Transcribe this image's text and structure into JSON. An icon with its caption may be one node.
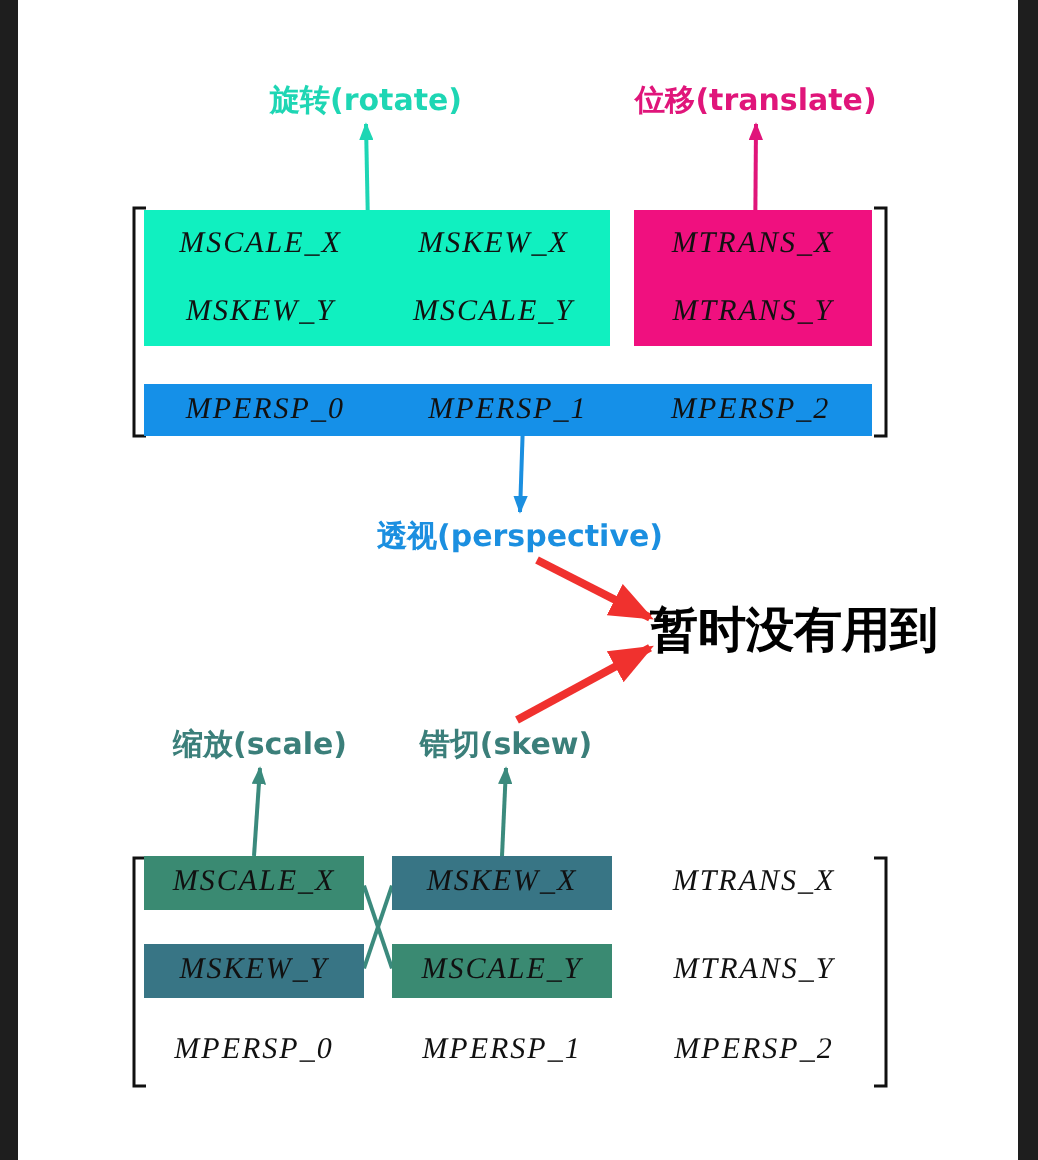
{
  "diagram": {
    "nodes": [
      {
        "text": [
          "旋转(rotate)"
        ]
      },
      {
        "text": [
          "位移(translate)"
        ]
      },
      {
        "text": [],
        "shape": "box"
      },
      {
        "text": [
          "MSCALE_X",
          "MSKEW_X",
          "MSKEW_Y",
          "MSCALE_Y"
        ],
        "in": 2
      },
      {
        "text": [
          "MTRANS_X",
          "MTRANS_Y"
        ],
        "in": 2
      },
      {
        "text": [
          "MPERSP_0",
          "MPERSP_1",
          "MPERSP_2"
        ],
        "in": 2
      },
      {
        "text": [
          "透视(perspective)"
        ]
      },
      {
        "text": [
          "暂时没有用到"
        ]
      },
      {
        "text": [
          "缩放(scale)"
        ]
      },
      {
        "text": [
          "错切(skew)"
        ]
      },
      {
        "text": [],
        "shape": "box"
      },
      {
        "text": [
          "MSCALE_X"
        ],
        "in": 10
      },
      {
        "text": [
          "MSKEW_X"
        ],
        "in": 10
      },
      {
        "text": [
          "MSKEW_Y"
        ],
        "in": 10
      },
      {
        "text": [
          "MSCALE_Y"
        ],
        "in": 10
      }
    ],
    "edges": [
      {
        "from": 3,
        "to": 0,
        "arrow": "to",
        "color": "#1ed6b4"
      },
      {
        "from": 4,
        "to": 1,
        "arrow": "to",
        "color": "#e0157a"
      },
      {
        "from": 5,
        "to": 6,
        "arrow": "to",
        "color": "#1b8fe0"
      },
      {
        "from": 6,
        "to": 7,
        "arrow": "to",
        "style": "thick",
        "color": "#f0312e"
      },
      {
        "from": 9,
        "to": 7,
        "arrow": "to",
        "style": "thick",
        "color": "#f0312e"
      },
      {
        "from": 11,
        "to": 8,
        "arrow": "to"
      },
      {
        "from": 12,
        "to": 9,
        "arrow": "to"
      },
      {
        "from": 11,
        "to": 14,
        "arrow": "none"
      },
      {
        "from": 13,
        "to": 12,
        "arrow": "none"
      }
    ],
    "labels": [
      "MTRANS_X",
      "MTRANS_Y",
      "MPERSP_0",
      "MPERSP_1",
      "MPERSP_2"
    ]
  }
}
